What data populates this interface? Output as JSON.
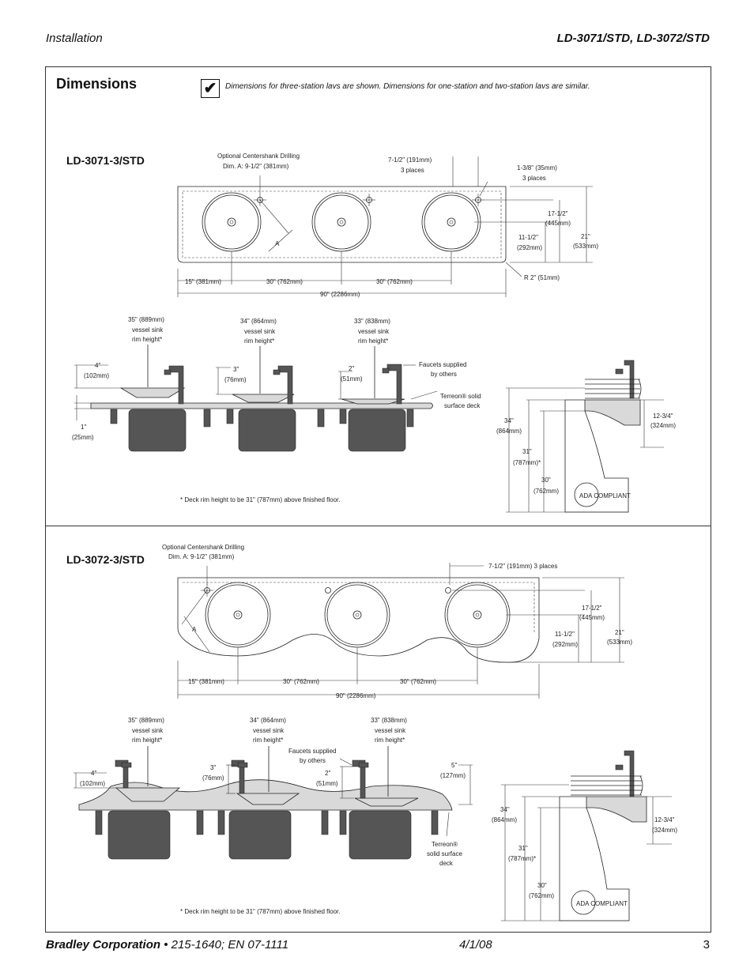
{
  "header": {
    "section": "Installation",
    "models": "LD-3071/STD, LD-3072/STD"
  },
  "dimensions": {
    "title": "Dimensions",
    "check_mark": "✔",
    "note": "Dimensions for three-station lavs are shown. Dimensions for one-station and two-station lavs are similar."
  },
  "ld3071": {
    "title": "LD-3071-3/STD",
    "centershank": "Optional Centershank Drilling",
    "centershank_dim": "Dim. A: 9-1/2\" (381mm)",
    "spacing_a": "7-1/2\" (191mm)",
    "spacing_b": "3 places",
    "hole_a": "1-3/8\" (35mm)",
    "hole_b": "3 places",
    "d17_a": "17-1/2\"",
    "d17_b": "(445mm)",
    "d11_a": "11-1/2\"",
    "d11_b": "(292mm)",
    "d21_a": "21\"",
    "d21_b": "(533mm)",
    "radius": "R 2\" (51mm)",
    "d15": "15\" (381mm)",
    "d30a": "30\" (762mm)",
    "d30b": "30\" (762mm)",
    "d90": "90\" (2286mm)",
    "a_label": "A",
    "rim35_a": "35\" (889mm)",
    "rim35_b": "vessel sink",
    "rim35_c": "rim height*",
    "rim34_a": "34\" (864mm)",
    "rim34_b": "vessel sink",
    "rim34_c": "rim height*",
    "rim33_a": "33\" (838mm)",
    "rim33_b": "vessel sink",
    "rim33_c": "rim height*",
    "d4_a": "4\"",
    "d4_b": "(102mm)",
    "d3_a": "3\"",
    "d3_b": "(76mm)",
    "d2_a": "2\"",
    "d2_b": "(51mm)",
    "faucets_a": "Faucets supplied",
    "faucets_b": "by others",
    "terreon_a": "Terreon® solid",
    "terreon_b": "surface deck",
    "d1_a": "1\"",
    "d1_b": "(25mm)",
    "deck_note": "* Deck rim height to be 31\" (787mm) above finished floor.",
    "side34_a": "34\"",
    "side34_b": "(864mm)",
    "side31_a": "31\"",
    "side31_b": "(787mm)*",
    "side30_a": "30\"",
    "side30_b": "(762mm)",
    "side12_a": "12-3/4\"",
    "side12_b": "(324mm)",
    "ada": "ADA COMPLIANT"
  },
  "ld3072": {
    "title": "LD-3072-3/STD",
    "centershank": "Optional Centershank Drilling",
    "centershank_dim": "Dim. A: 9-1/2\" (381mm)",
    "spacing": "7-1/2\" (191mm) 3 places",
    "d17_a": "17-1/2\"",
    "d17_b": "(445mm)",
    "d11_a": "11-1/2\"",
    "d11_b": "(292mm)",
    "d21_a": "21\"",
    "d21_b": "(533mm)",
    "d15": "15\" (381mm)",
    "d30a": "30\" (762mm)",
    "d30b": "30\" (762mm)",
    "d90": "90\" (2286mm)",
    "a_label": "A",
    "rim35_a": "35\" (889mm)",
    "rim35_b": "vessel sink",
    "rim35_c": "rim height*",
    "rim34_a": "34\" (864mm)",
    "rim34_b": "vessel sink",
    "rim34_c": "rim height*",
    "rim33_a": "33\" (838mm)",
    "rim33_b": "vessel sink",
    "rim33_c": "rim height*",
    "faucets_a": "Faucets supplied",
    "faucets_b": "by others",
    "d4_a": "4\"",
    "d4_b": "(102mm)",
    "d3_a": "3\"",
    "d3_b": "(76mm)",
    "d2_a": "2\"",
    "d2_b": "(51mm)",
    "d5_a": "5\"",
    "d5_b": "(127mm)",
    "terreon_a": "Terreon®",
    "terreon_b": "solid surface",
    "terreon_c": "deck",
    "deck_note": "* Deck rim height to be 31\" (787mm) above finished floor.",
    "side34_a": "34\"",
    "side34_b": "(864mm)",
    "side31_a": "31\"",
    "side31_b": "(787mm)*",
    "side30_a": "30\"",
    "side30_b": "(762mm)",
    "side12_a": "12-3/4\"",
    "side12_b": "(324mm)",
    "ada": "ADA COMPLIANT"
  },
  "footer": {
    "company": "Bradley Corporation",
    "doc": "• 215-1640; EN  07-1111",
    "date": "4/1/08",
    "page": "3"
  }
}
